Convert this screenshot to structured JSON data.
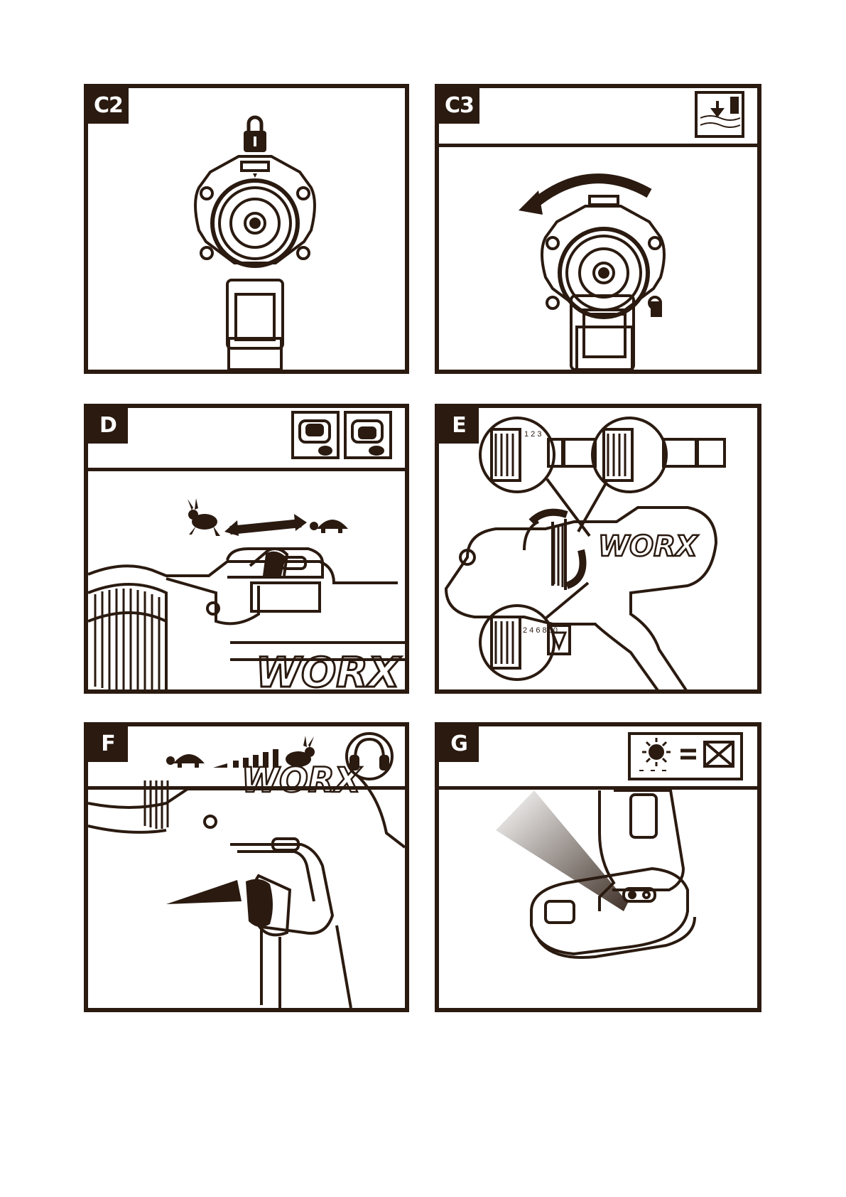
{
  "panels": {
    "c2": {
      "label": "C2"
    },
    "c3": {
      "label": "C3"
    },
    "d": {
      "label": "D"
    },
    "e": {
      "label": "E",
      "brand": "WORX",
      "upper_scale": "1 2 3",
      "lower_scale": "2 4 6 8 10"
    },
    "f": {
      "label": "F",
      "brand": "WORX"
    },
    "g": {
      "label": "G"
    }
  },
  "icons": [
    "lock-icon",
    "drill-mode-icon",
    "rabbit-icon",
    "turtle-icon",
    "ear-protection-icon",
    "light-icon",
    "battery-icon",
    "screw-icon"
  ],
  "colors": {
    "ink": "#2a1a10",
    "paper": "#ffffff"
  }
}
